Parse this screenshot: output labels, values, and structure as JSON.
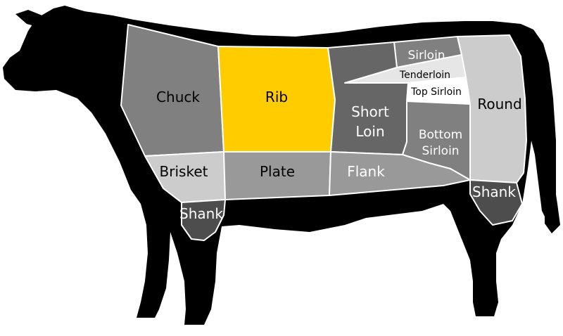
{
  "colors": {
    "silhouette": "#000000",
    "highlight": "#ffcc00",
    "light": "#cccccc",
    "lighter": "#e6e6e6",
    "mid": "#999999",
    "dark": "#808080",
    "darker": "#666666",
    "darkest": "#4d4d4d",
    "divider": "#ffffff"
  },
  "cuts": {
    "chuck": {
      "label": "Chuck",
      "color": "#808080"
    },
    "rib": {
      "label": "Rib",
      "color": "#ffcc00"
    },
    "short_loin": {
      "label_line1": "Short",
      "label_line2": "Loin",
      "color": "#666666"
    },
    "sirloin": {
      "label": "Sirloin",
      "color": "#808080"
    },
    "tenderloin": {
      "label": "Tenderloin",
      "color": "#e6e6e6"
    },
    "top_sirloin": {
      "label": "Top Sirloin",
      "color": "#ffffff"
    },
    "bottom_sirloin": {
      "label_line1": "Bottom",
      "label_line2": "Sirloin",
      "color": "#808080"
    },
    "round": {
      "label": "Round",
      "color": "#cccccc"
    },
    "brisket": {
      "label": "Brisket",
      "color": "#cccccc"
    },
    "plate": {
      "label": "Plate",
      "color": "#999999"
    },
    "flank": {
      "label": "Flank",
      "color": "#999999"
    },
    "fore_shank": {
      "label": "Shank",
      "color": "#4d4d4d"
    },
    "hind_shank": {
      "label": "Shank",
      "color": "#4d4d4d"
    }
  }
}
